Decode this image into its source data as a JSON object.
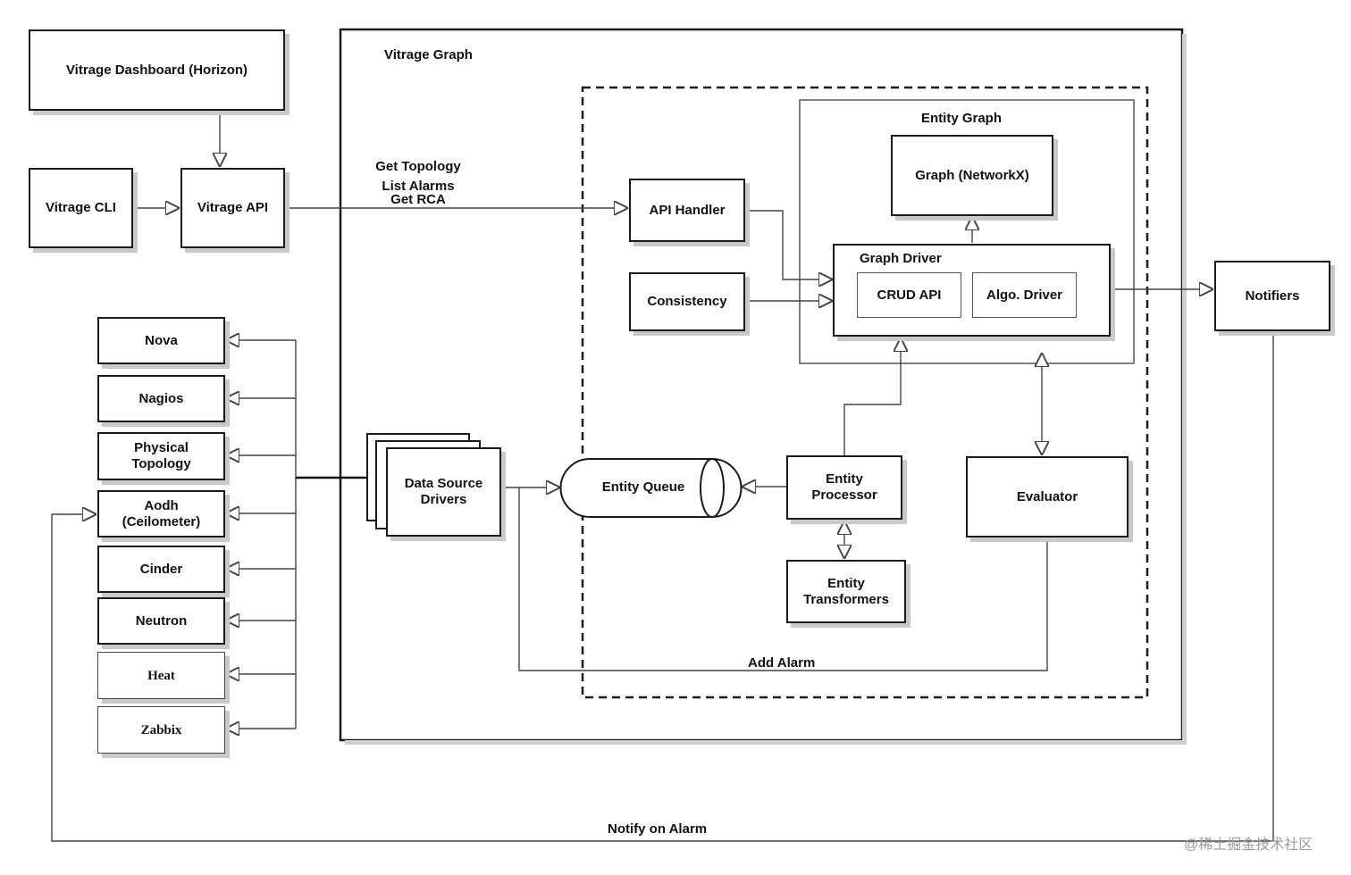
{
  "diagram": {
    "vitrage_graph_title": "Vitrage Graph",
    "entity_graph_title": "Entity Graph",
    "graph_driver_title": "Graph Driver",
    "nodes": {
      "dashboard": "Vitrage Dashboard (Horizon)",
      "cli": "Vitrage CLI",
      "api": "Vitrage API",
      "api_handler": "API Handler",
      "consistency": "Consistency",
      "graph_networkx": "Graph (NetworkX)",
      "crud_api": "CRUD API",
      "algo_driver": "Algo. Driver",
      "notifiers": "Notifiers",
      "data_source_drivers": "Data Source\nDrivers",
      "entity_queue": "Entity Queue",
      "entity_processor": "Entity\nProcessor",
      "entity_transformers": "Entity\nTransformers",
      "evaluator": "Evaluator"
    },
    "datasources": [
      "Nova",
      "Nagios",
      "Physical\nTopology",
      "Aodh\n(Ceilometer)",
      "Cinder",
      "Neutron",
      "Heat",
      "Zabbix"
    ],
    "edge_labels": {
      "get_topology": "Get Topology",
      "list_alarms": "List Alarms",
      "get_rca": "Get RCA",
      "add_alarm": "Add Alarm",
      "notify_on_alarm": "Notify on Alarm"
    },
    "watermark": "@稀土掘金技术社区"
  }
}
